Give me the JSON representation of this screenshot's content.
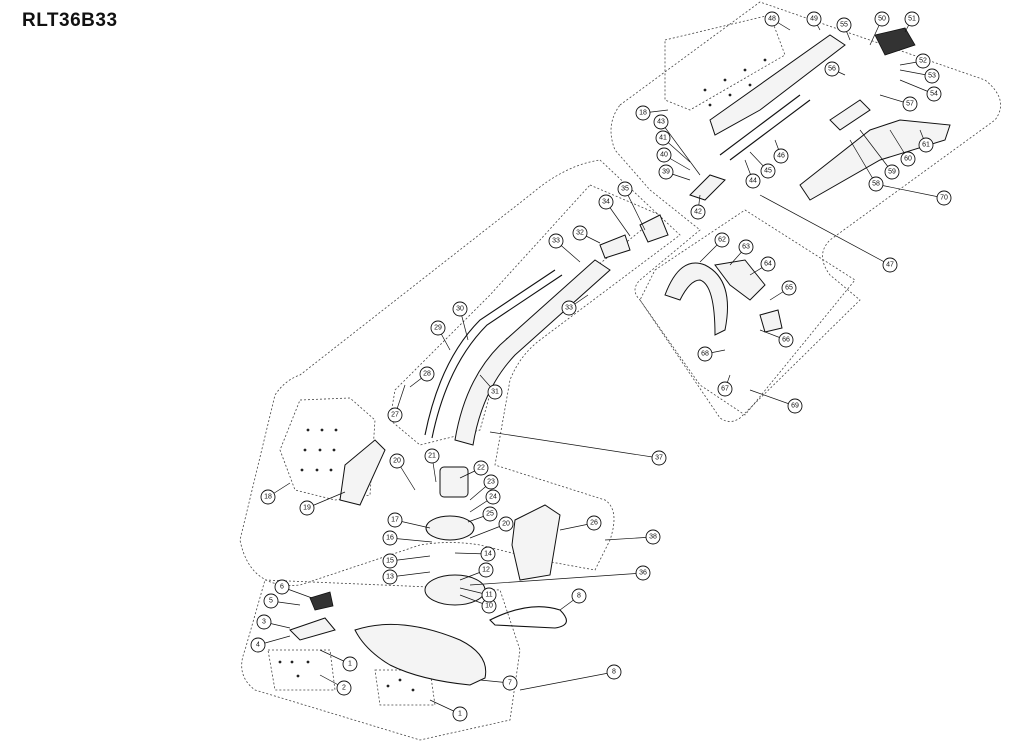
{
  "title": "RLT36B33",
  "callouts": [
    "1",
    "1",
    "2",
    "3",
    "4",
    "5",
    "6",
    "7",
    "8",
    "8",
    "10",
    "11",
    "12",
    "13",
    "14",
    "15",
    "16",
    "17",
    "18",
    "18",
    "19",
    "20",
    "20",
    "21",
    "22",
    "23",
    "24",
    "25",
    "26",
    "27",
    "28",
    "29",
    "30",
    "31",
    "32",
    "33",
    "33",
    "34",
    "35",
    "36",
    "37",
    "38",
    "39",
    "40",
    "41",
    "42",
    "43",
    "44",
    "45",
    "46",
    "47",
    "48",
    "49",
    "50",
    "51",
    "52",
    "53",
    "54",
    "55",
    "56",
    "57",
    "58",
    "59",
    "60",
    "61",
    "62",
    "63",
    "64",
    "65",
    "66",
    "67",
    "68",
    "69",
    "70"
  ]
}
